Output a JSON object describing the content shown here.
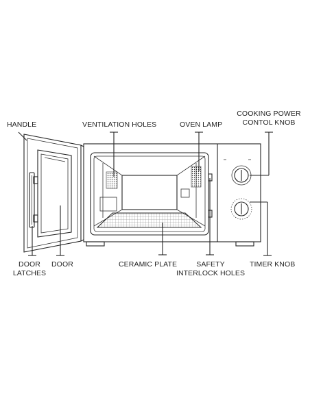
{
  "labels": {
    "handle": "HANDLE",
    "ventilation_holes": "VENTILATION HOLES",
    "oven_lamp": "OVEN LAMP",
    "cooking_power_line1": "COOKING POWER",
    "cooking_power_line2": "CONTOL KNOB",
    "door_latches_line1": "DOOR",
    "door_latches_line2": "LATCHES",
    "door": "DOOR",
    "ceramic_plate": "CERAMIC PLATE",
    "safety_line1": "SAFETY",
    "safety_line2": "INTERLOCK HOLES",
    "timer_knob": "TIMER KNOB"
  },
  "colors": {
    "stroke": "#222222",
    "background": "#ffffff"
  }
}
